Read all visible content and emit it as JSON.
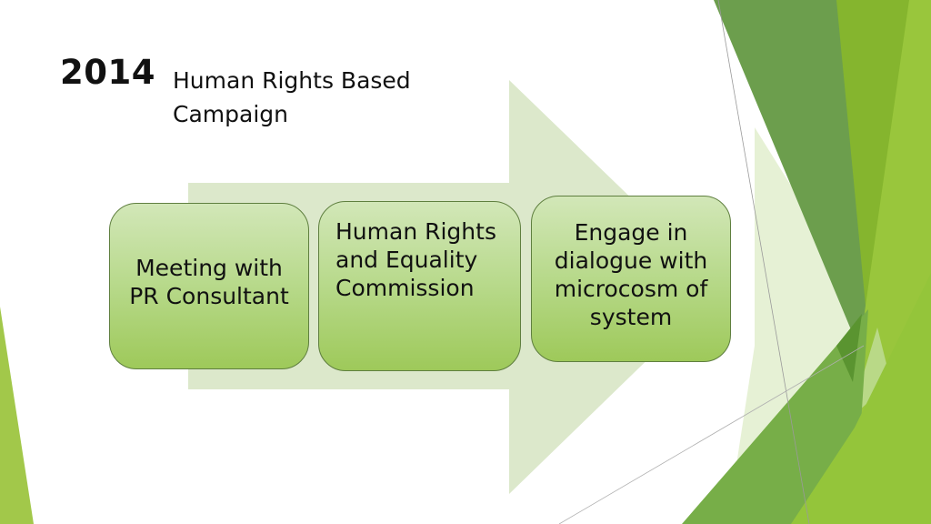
{
  "slide": {
    "year": "2014",
    "title": "Human Rights Based Campaign",
    "title_lines": [
      "Human Rights Based",
      "Campaign"
    ]
  },
  "process": {
    "arrow_color": "#dce8cb",
    "steps": [
      {
        "label": "Meeting with PR Consultant"
      },
      {
        "label": "Human Rights and Equality Commission"
      },
      {
        "label": "Engage in dialogue with microcosm of system"
      }
    ]
  },
  "theme": {
    "box_gradient_top": "#d2e7b8",
    "box_gradient_bottom": "#9ec95a",
    "box_border": "#5f7f3f",
    "accent_dark": "#6a9a45",
    "accent_mid": "#7ab648",
    "accent_light": "#95c53a",
    "accent_pale": "#dfeccb"
  }
}
